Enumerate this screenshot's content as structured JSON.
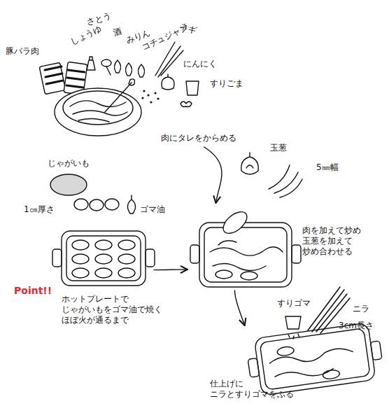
{
  "diagram": {
    "nodes": [
      {
        "text": [
          "肉にタレをからめる"
        ]
      },
      {
        "text": [
          "Point!!",
          "ホットプレートで じゃがいもをゴマ油で焼く ほぼ火が通るまで"
        ]
      },
      {
        "text": [
          "肉を加えて炒め 玉葱を加えて 炒め合わせる"
        ]
      },
      {
        "text": [
          "仕上げに ニラとすりゴマをふる"
        ]
      }
    ],
    "edges": [
      {
        "from": 0,
        "to": 2,
        "arrow": "to"
      },
      {
        "from": 1,
        "to": 2,
        "arrow": "to"
      },
      {
        "from": 2,
        "to": 3,
        "arrow": "to"
      }
    ],
    "labels": [
      "豚バラ肉",
      "しょうゆ",
      "さとう",
      "酒",
      "みりん",
      "コチュジャン",
      "ネギ",
      "にんにく",
      "すりごま",
      "じゃがいも",
      "1㎝厚さ",
      "ゴマ油",
      "玉葱",
      "5㎜幅",
      "すりゴマ",
      "ニラ",
      "3cm長さ"
    ]
  }
}
